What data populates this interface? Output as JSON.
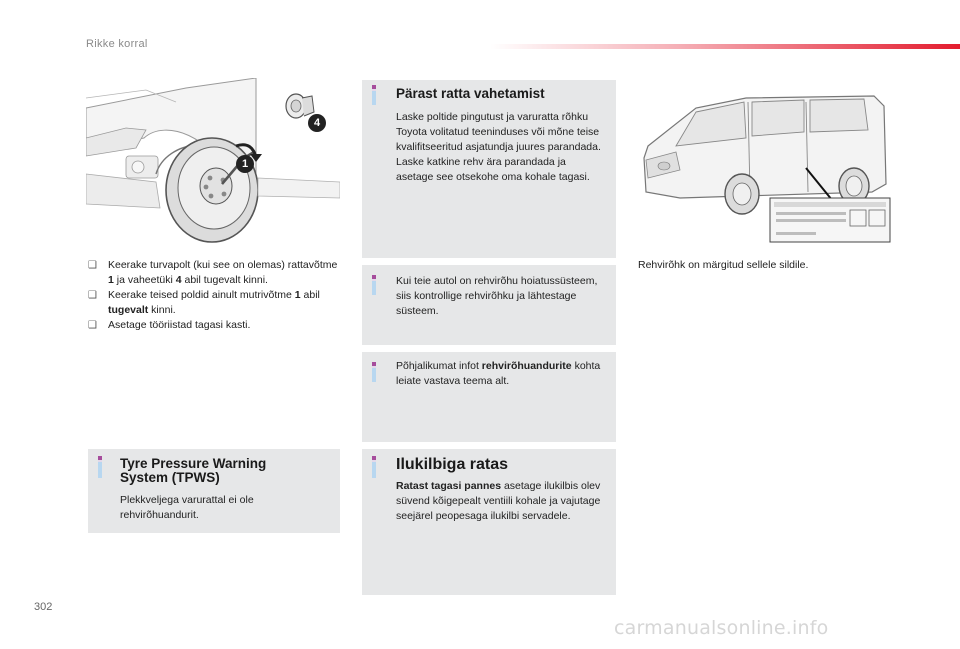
{
  "header": {
    "section_title": "Rikke korral"
  },
  "page_number": "302",
  "watermark": "carmanualsonline.info",
  "wheel_figure": {
    "callouts": [
      "1",
      "4"
    ]
  },
  "steps": [
    {
      "marker": "❑",
      "pre": "Keerake turvapolt (kui see on olemas) rattavõtme ",
      "b1": "1",
      "mid": " ja vaheetüki ",
      "b2": "4",
      "post": " abil tugevalt kinni."
    },
    {
      "marker": "❑",
      "pre": "Keerake teised poldid ainult mutrivõtme ",
      "b1": "1",
      "mid": " abil ",
      "b2": "tugevalt",
      "post": " kinni."
    },
    {
      "marker": "❑",
      "pre": "Asetage tööriistad tagasi kasti.",
      "b1": "",
      "mid": "",
      "b2": "",
      "post": ""
    }
  ],
  "after_change": {
    "title": "Pärast ratta vahetamist",
    "para1": "Laske poltide pingutust ja varuratta rõhku Toyota volitatud teeninduses või mõne teise kvalifitseeritud asjatundja juures parandada.",
    "para2": "Laske katkine rehv ära parandada ja asetage see otsekohe oma kohale tagasi."
  },
  "monitor_note": {
    "text": "Kui teie autol on rehvirõhu hoiatussüsteem, siis kontrollige rehvirõhku ja lähtestage süsteem."
  },
  "more_info": {
    "pre": "Põhjalikumat infot ",
    "bold": "rehvirõhuandurite",
    "post": " kohta leiate vastava teema alt."
  },
  "tpws": {
    "title_line1": "Tyre Pressure Warning",
    "title_line2": "System (TPWS)",
    "text": "Plekkveljega varurattal ei ole rehvirõhuandurit."
  },
  "alloy": {
    "title": "Ilukilbiga ratas",
    "bold": "Ratast tagasi pannes",
    "text": " asetage ilukilbis olev süvend kõigepealt ventiili kohale ja vajutage seejärel peopesaga ilukilbi servadele."
  },
  "van_caption": "Rehvirõhk on märgitud sellele sildile.",
  "colors": {
    "accent_red": "#e31c2e",
    "box_grey": "#e6e7e8",
    "info_blue": "#b8d7f0",
    "info_purple": "#a64d9c"
  }
}
